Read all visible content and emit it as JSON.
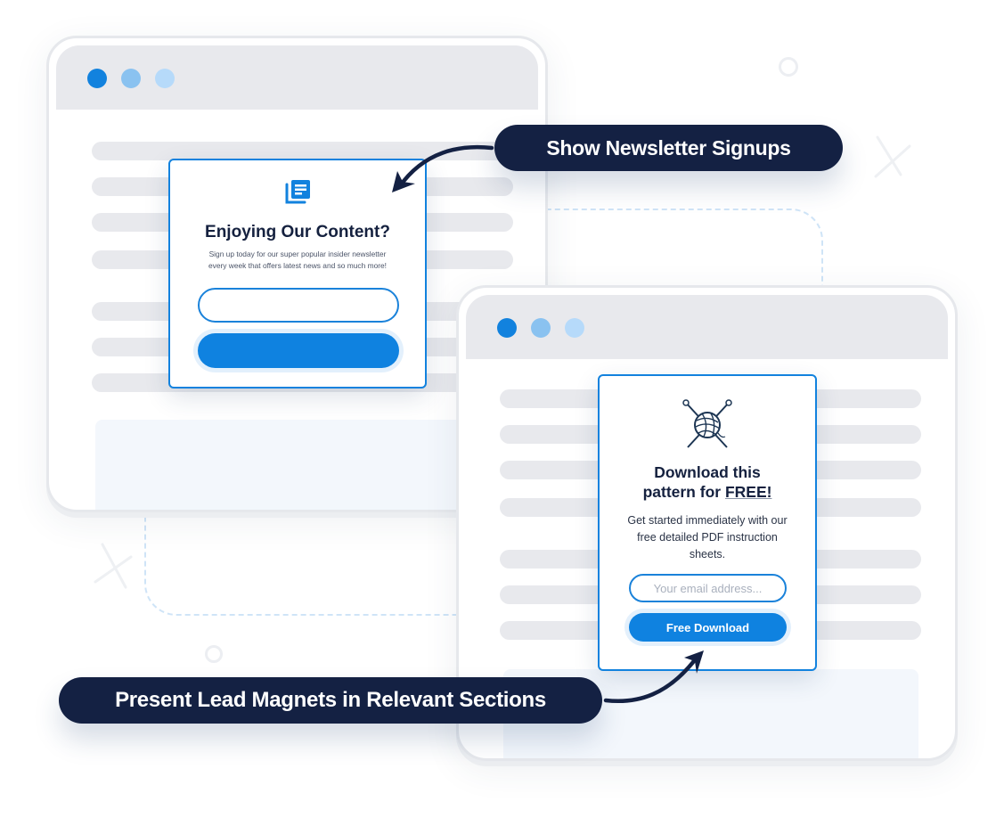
{
  "colors": {
    "accent": "#0F82E0",
    "navy": "#142143",
    "window_bar": "#E8E9ED",
    "dot_1": "#1282DE",
    "dot_2": "#8AC2F0",
    "dot_3": "#B6DAF8"
  },
  "callouts": {
    "top": "Show Newsletter Signups",
    "bottom": "Present Lead Magnets in Relevant Sections"
  },
  "newsletter_popup": {
    "icon": "newsletter-icon",
    "title": "Enjoying Our Content?",
    "description_line1": "Sign up today for our super popular insider newsletter",
    "description_line2": "every week that offers latest news and so much more!",
    "input_value": "",
    "button_label": ""
  },
  "lead_magnet_popup": {
    "icon": "yarn-ball-knitting-needles-icon",
    "title_line1": "Download this",
    "title_line2_prefix": "pattern for ",
    "title_line2_emphasis": "FREE!",
    "description_line1": "Get started immediately with our",
    "description_line2": "free detailed PDF instruction",
    "description_line3": "sheets.",
    "email_placeholder": "Your email address...",
    "button_label": "Free Download"
  }
}
